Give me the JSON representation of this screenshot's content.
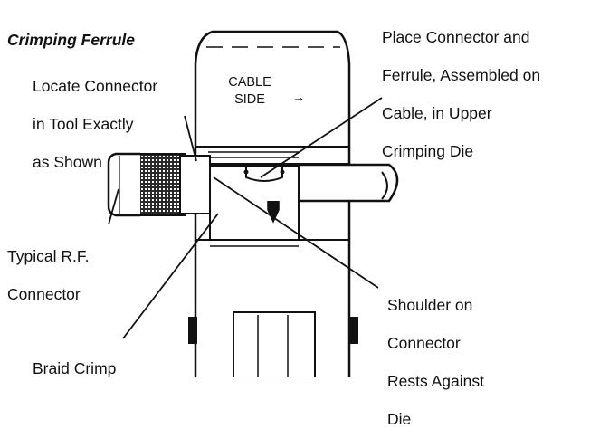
{
  "title": "Crimping Ferrule",
  "callouts": {
    "locate": [
      "Locate Connector",
      "in Tool Exactly",
      "as Shown"
    ],
    "place": [
      "Place Connector and",
      "Ferrule, Assembled on",
      "Cable, in Upper",
      "Crimping Die"
    ],
    "typical": [
      "Typical R.F.",
      "Connector"
    ],
    "braid": [
      "Braid Crimp"
    ],
    "shoulder": [
      "Shoulder on",
      "Connector",
      "Rests Against",
      "Die"
    ]
  },
  "tool_label": [
    "CABLE",
    "SIDE"
  ],
  "arrow_glyph": "→"
}
